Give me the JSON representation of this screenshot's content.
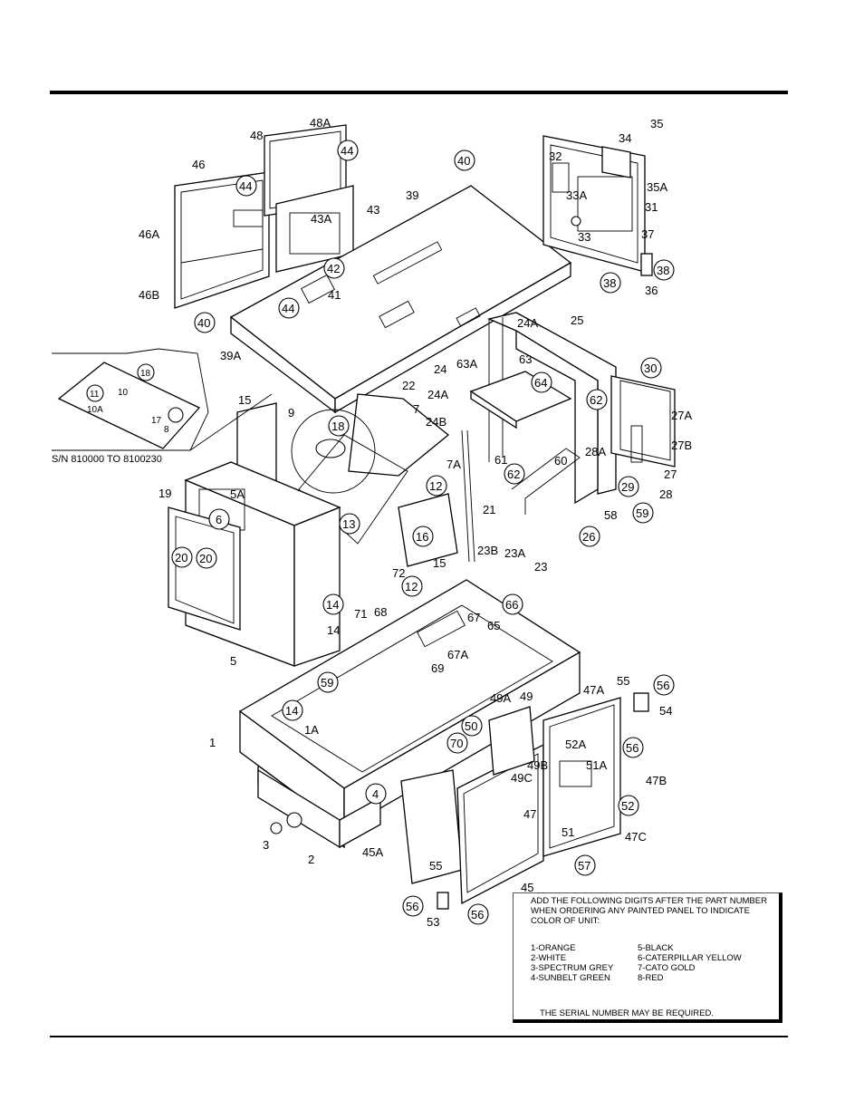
{
  "serial_note": "S/N 810000 TO 8100230",
  "callouts": {
    "plain": [
      "48",
      "48A",
      "46",
      "46A",
      "46B",
      "43",
      "43A",
      "39",
      "39A",
      "41",
      "35",
      "34",
      "35A",
      "32",
      "33A",
      "31",
      "33",
      "37",
      "36",
      "25",
      "24A",
      "24",
      "63A",
      "63",
      "24A",
      "24B",
      "22",
      "7",
      "15",
      "9",
      "7A",
      "61",
      "21",
      "60",
      "27A",
      "27B",
      "27",
      "28",
      "28A",
      "58",
      "5A",
      "19",
      "72",
      "15",
      "71",
      "68",
      "23B",
      "23A",
      "23",
      "14",
      "5",
      "65",
      "67",
      "67A",
      "69",
      "55",
      "54",
      "47A",
      "49A",
      "49",
      "1A",
      "1",
      "52A",
      "51A",
      "47B",
      "49B",
      "49C",
      "47",
      "51",
      "47C",
      "45A",
      "3",
      "2",
      "55",
      "53",
      "45",
      "10",
      "10A",
      "17",
      "8"
    ],
    "circled": [
      "44",
      "44",
      "44",
      "40",
      "40",
      "42",
      "38",
      "38",
      "30",
      "64",
      "62",
      "62",
      "29",
      "59",
      "26",
      "18",
      "12",
      "13",
      "16",
      "6",
      "20",
      "20",
      "14",
      "12",
      "66",
      "59",
      "14",
      "50",
      "70",
      "4",
      "56",
      "56",
      "52",
      "57",
      "56",
      "56",
      "11",
      "18"
    ]
  },
  "note": {
    "header": "ADD THE FOLLOWING DIGITS AFTER THE PART NUMBER WHEN ORDERING ANY PAINTED PANEL TO INDICATE COLOR OF UNIT:",
    "colors_left": [
      "1-ORANGE",
      "2-WHITE",
      "3-SPECTRUM GREY",
      "4-SUNBELT GREEN"
    ],
    "colors_right": [
      "5-BLACK",
      "6-CATERPILLAR YELLOW",
      "7-CATO GOLD",
      "8-RED"
    ],
    "footer": "THE SERIAL NUMBER MAY BE REQUIRED."
  }
}
